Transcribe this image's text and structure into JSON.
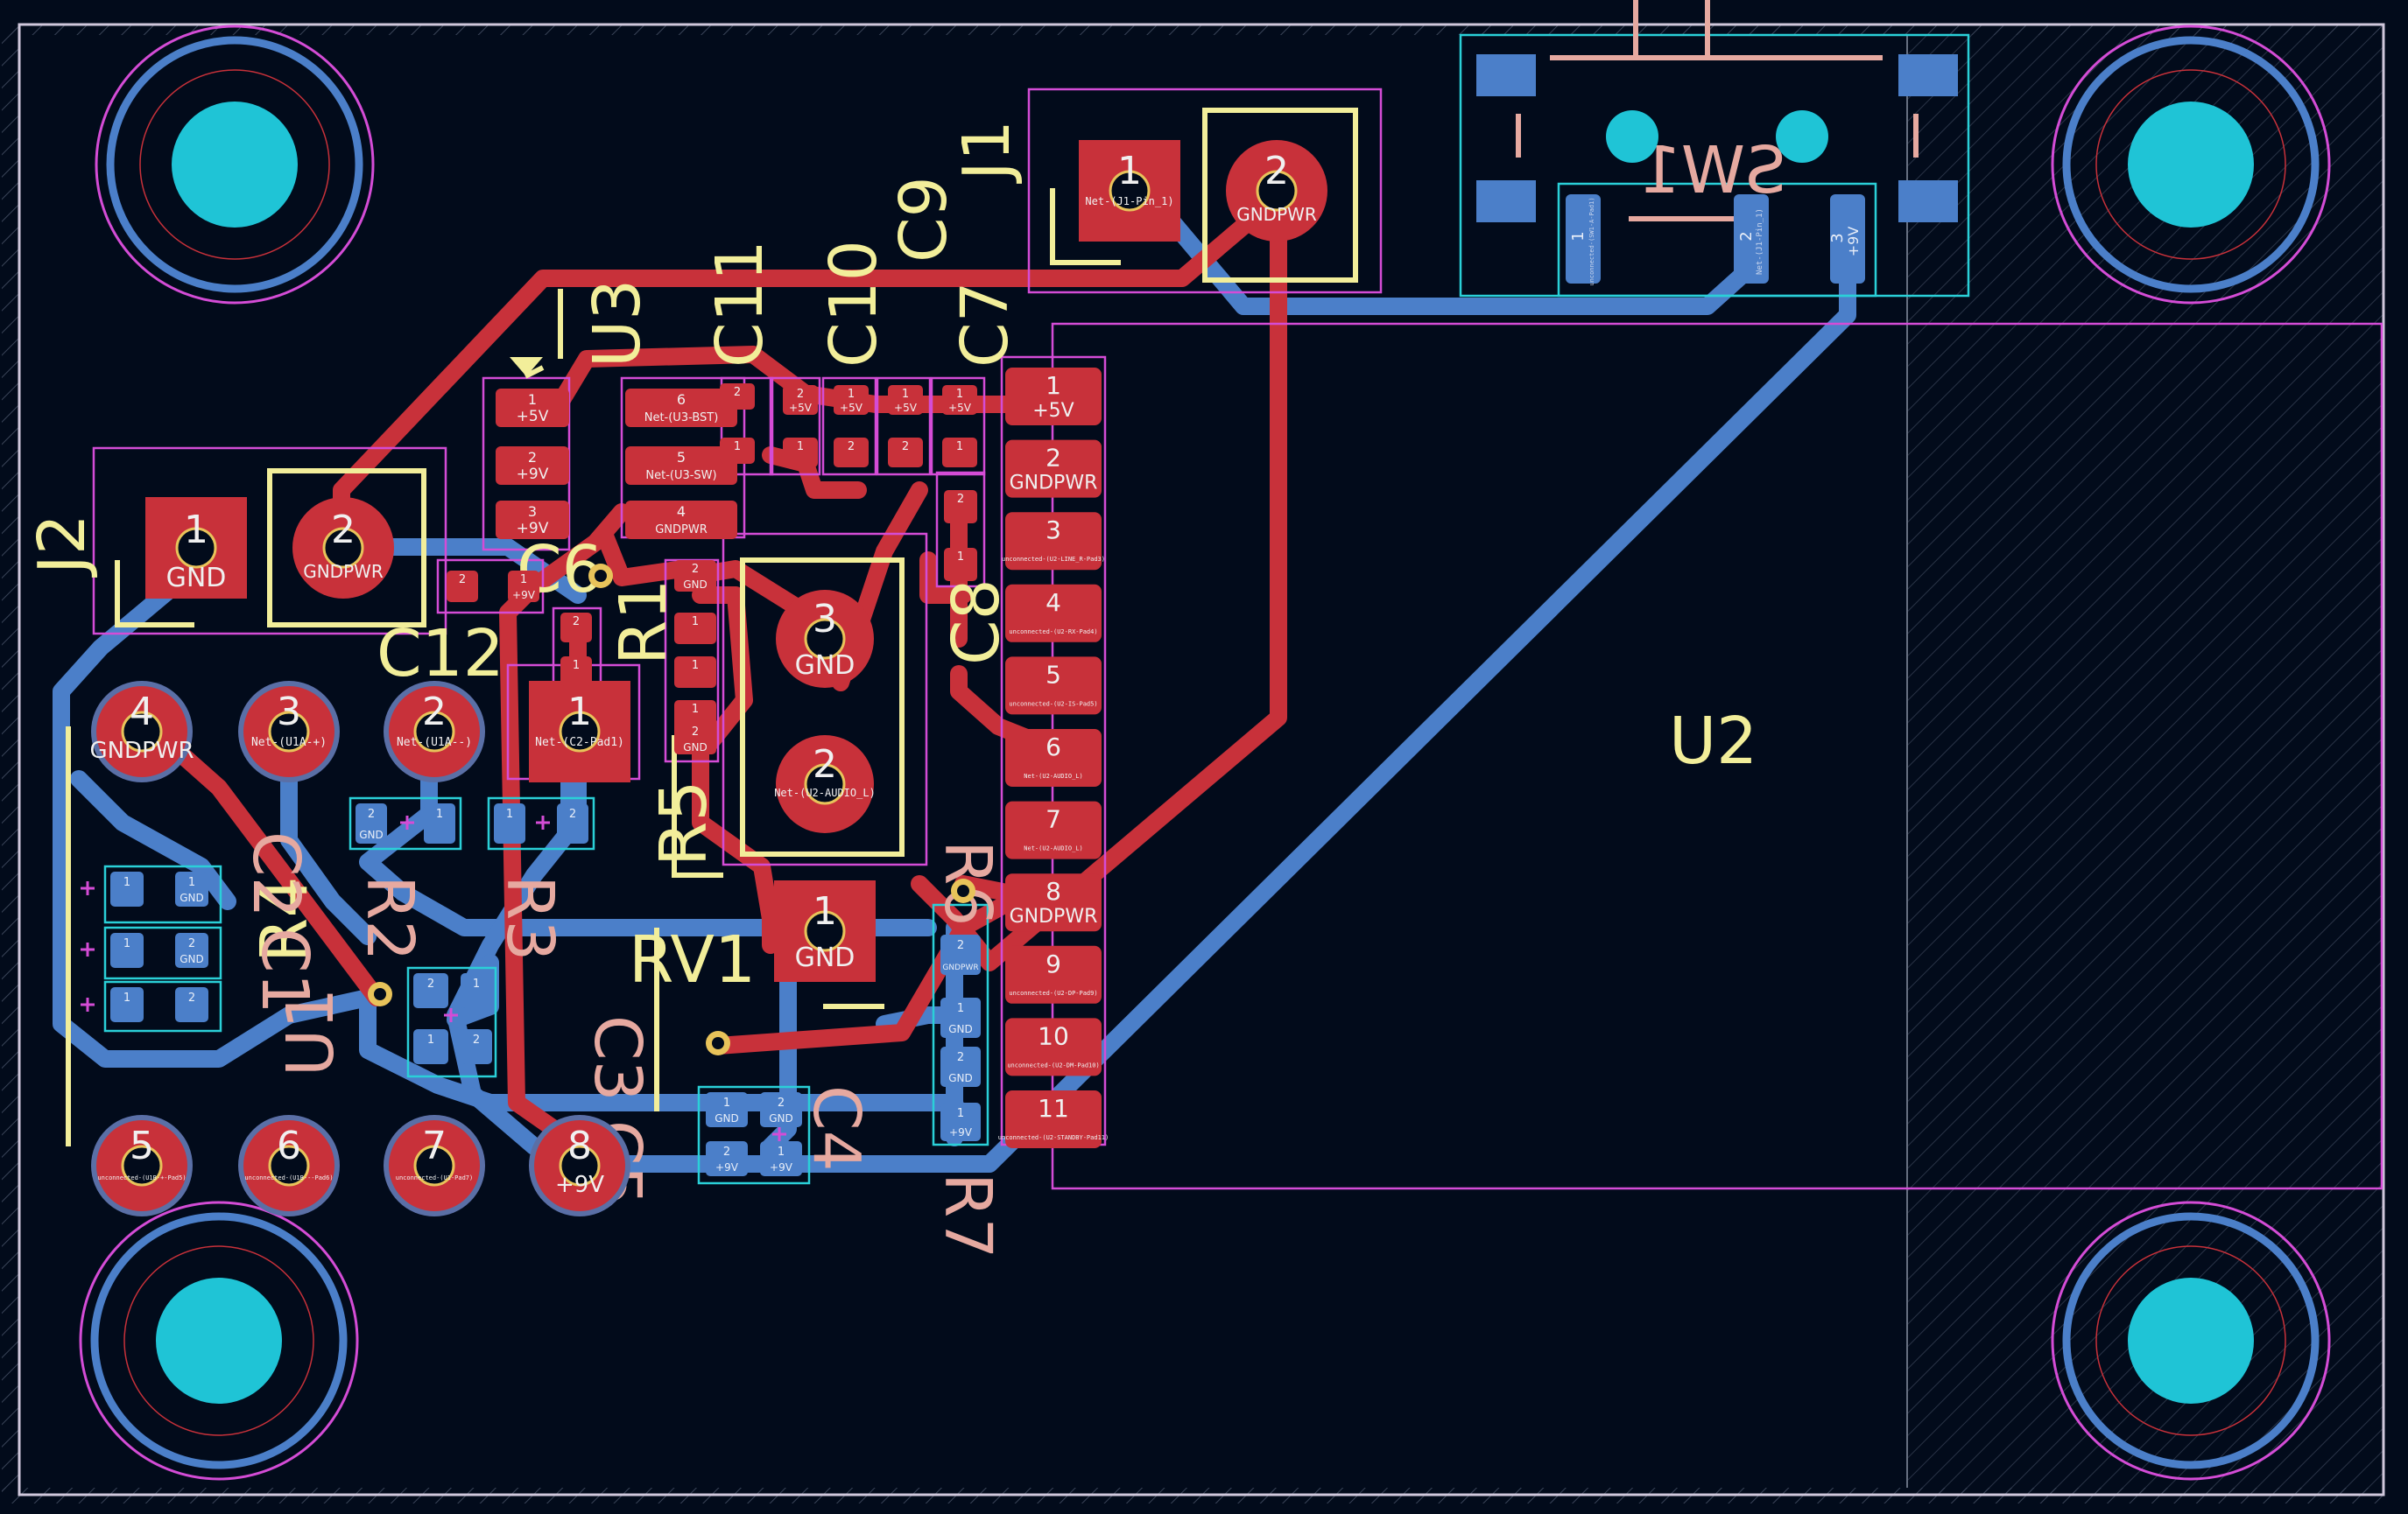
{
  "colors": {
    "background": "#020b1b",
    "board_edge": "#d0c8dc",
    "front_copper": "#c8313a",
    "back_copper": "#4b7fc9",
    "silkscreen_front": "#f2ee9a",
    "silkscreen_back": "#e6a9a0",
    "courtyard_front": "#d44cd6",
    "courtyard_back": "#2ad0d8",
    "drill": "#1fc4d6",
    "pad_ring": "#e8c35a",
    "pad_label": "#f0f0f0"
  },
  "references": {
    "j1": "J1",
    "j2": "J2",
    "u2": "U2",
    "rv1": "RV1",
    "sw1": "SW1",
    "c8": "C8",
    "c12": "C12",
    "r5": "R5",
    "c6": "C6",
    "c9": "C9",
    "c10": "C10",
    "c11": "C11",
    "c7": "C7",
    "u3": "U3",
    "r1": "R1",
    "r4": "R4",
    "u1": "U1",
    "c3": "C3",
    "c4": "C4",
    "c5": "C5",
    "r3": "R3",
    "r2": "R2",
    "r6": "R6",
    "r7": "R7",
    "c2": "C2",
    "c1": "C1"
  },
  "j1_pads": [
    {
      "num": "1",
      "net": "Net-(J1-Pin_1)"
    },
    {
      "num": "2",
      "net": "GNDPWR"
    }
  ],
  "j2_pads": [
    {
      "num": "1",
      "net": "GND"
    },
    {
      "num": "2",
      "net": "GNDPWR"
    }
  ],
  "sw1_pads": [
    {
      "num": "1",
      "net": "unconnected-(SW1-A-Pad1)"
    },
    {
      "num": "2",
      "net": "Net-(J1-Pin_1)"
    },
    {
      "num": "3",
      "net": "+9V"
    }
  ],
  "u2_pads": [
    {
      "num": "1",
      "net": "+5V"
    },
    {
      "num": "2",
      "net": "GNDPWR"
    },
    {
      "num": "3",
      "net": "unconnected-(U2-LINE_R-Pad3)"
    },
    {
      "num": "4",
      "net": "unconnected-(U2-RX-Pad4)"
    },
    {
      "num": "5",
      "net": "unconnected-(U2-IS-Pad5)"
    },
    {
      "num": "6",
      "net": "Net-(U2-AUDIO_L)"
    },
    {
      "num": "7",
      "net": "Net-(U2-AUDIO_L)"
    },
    {
      "num": "8",
      "net": "GNDPWR"
    },
    {
      "num": "9",
      "net": "unconnected-(U2-DP-Pad9)"
    },
    {
      "num": "10",
      "net": "unconnected-(U2-DM-Pad10)"
    },
    {
      "num": "11",
      "net": "unconnected-(U2-STANDBY-Pad11)"
    }
  ],
  "u3_pads": [
    {
      "num": "1",
      "net": "+5V"
    },
    {
      "num": "2",
      "net": "+9V"
    },
    {
      "num": "3",
      "net": "+9V"
    },
    {
      "num": "4",
      "net": "GNDPWR"
    },
    {
      "num": "5",
      "net": "Net-(U3-SW)"
    },
    {
      "num": "6",
      "net": "Net-(U3-BST)"
    }
  ],
  "rv1_pads": [
    {
      "num": "1",
      "net": "GND"
    },
    {
      "num": "2",
      "net": "Net-(U2-AUDIO_L)"
    },
    {
      "num": "3",
      "net": "GND"
    }
  ],
  "u1_pads": [
    {
      "num": "1",
      "net": "Net-(C2-Pad1)"
    },
    {
      "num": "2",
      "net": "Net-(U1A--)"
    },
    {
      "num": "3",
      "net": "Net-(U1A-+)"
    },
    {
      "num": "4",
      "net": "GNDPWR"
    },
    {
      "num": "5",
      "net": "unconnected-(U1B-+-Pad5)"
    },
    {
      "num": "6",
      "net": "unconnected-(U1B---Pad6)"
    },
    {
      "num": "7",
      "net": "unconnected-(U1-Pad7)"
    },
    {
      "num": "8",
      "net": "+9V"
    }
  ],
  "small_labels": {
    "n1": "1",
    "n2": "2",
    "gnd": "GND",
    "gndpwr": "GNDPWR",
    "p5v": "+5V",
    "p9v": "+9V"
  }
}
